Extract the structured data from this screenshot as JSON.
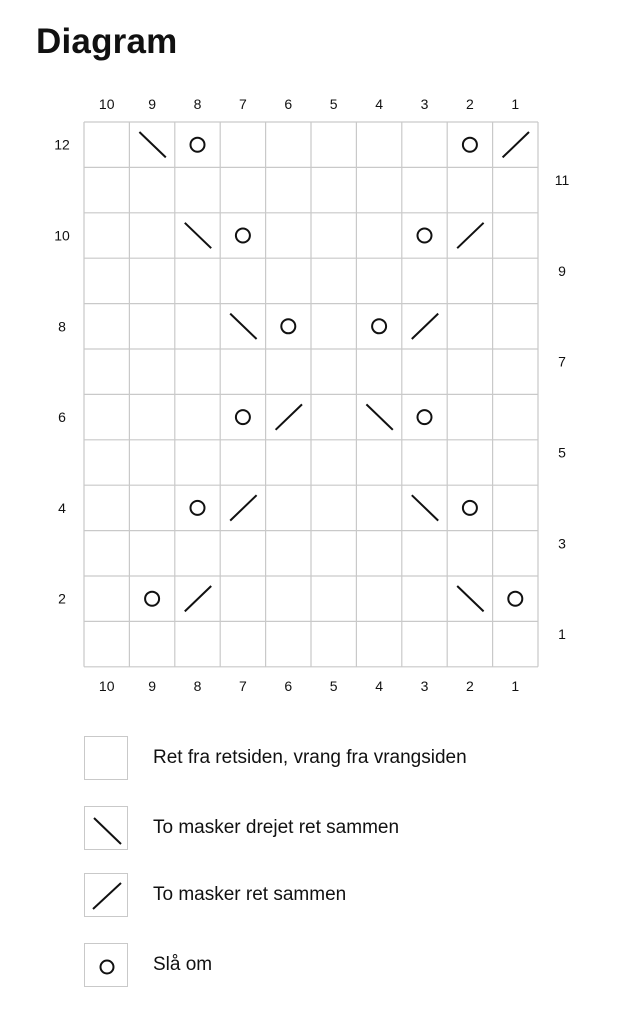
{
  "title": "Diagram",
  "colors": {
    "grid": "#c9c9c9",
    "symbol": "#111111"
  },
  "chart_data": {
    "type": "table",
    "columns": [
      "10",
      "9",
      "8",
      "7",
      "6",
      "5",
      "4",
      "3",
      "2",
      "1"
    ],
    "left_row_labels": [
      "12",
      "10",
      "8",
      "6",
      "4",
      "2"
    ],
    "right_row_labels": [
      "11",
      "9",
      "7",
      "5",
      "3",
      "1"
    ],
    "rows": [
      {
        "row": 12,
        "cells": {
          "9": "ssk",
          "8": "yo",
          "2": "yo",
          "1": "k2tog"
        }
      },
      {
        "row": 11,
        "cells": {}
      },
      {
        "row": 10,
        "cells": {
          "8": "ssk",
          "7": "yo",
          "3": "yo",
          "2": "k2tog"
        }
      },
      {
        "row": 9,
        "cells": {}
      },
      {
        "row": 8,
        "cells": {
          "7": "ssk",
          "6": "yo",
          "4": "yo",
          "3": "k2tog"
        }
      },
      {
        "row": 7,
        "cells": {}
      },
      {
        "row": 6,
        "cells": {
          "7": "yo",
          "6": "k2tog",
          "4": "ssk",
          "3": "yo"
        }
      },
      {
        "row": 5,
        "cells": {}
      },
      {
        "row": 4,
        "cells": {
          "8": "yo",
          "7": "k2tog",
          "3": "ssk",
          "2": "yo"
        }
      },
      {
        "row": 3,
        "cells": {}
      },
      {
        "row": 2,
        "cells": {
          "9": "yo",
          "8": "k2tog",
          "2": "ssk",
          "1": "yo"
        }
      },
      {
        "row": 1,
        "cells": {}
      }
    ]
  },
  "legend": [
    {
      "symbol": "blank",
      "label": "Ret fra retsiden, vrang fra vrangsiden"
    },
    {
      "symbol": "ssk",
      "label": "To masker drejet ret sammen"
    },
    {
      "symbol": "k2tog",
      "label": "To masker ret sammen"
    },
    {
      "symbol": "yo",
      "label": "Slå om"
    }
  ]
}
